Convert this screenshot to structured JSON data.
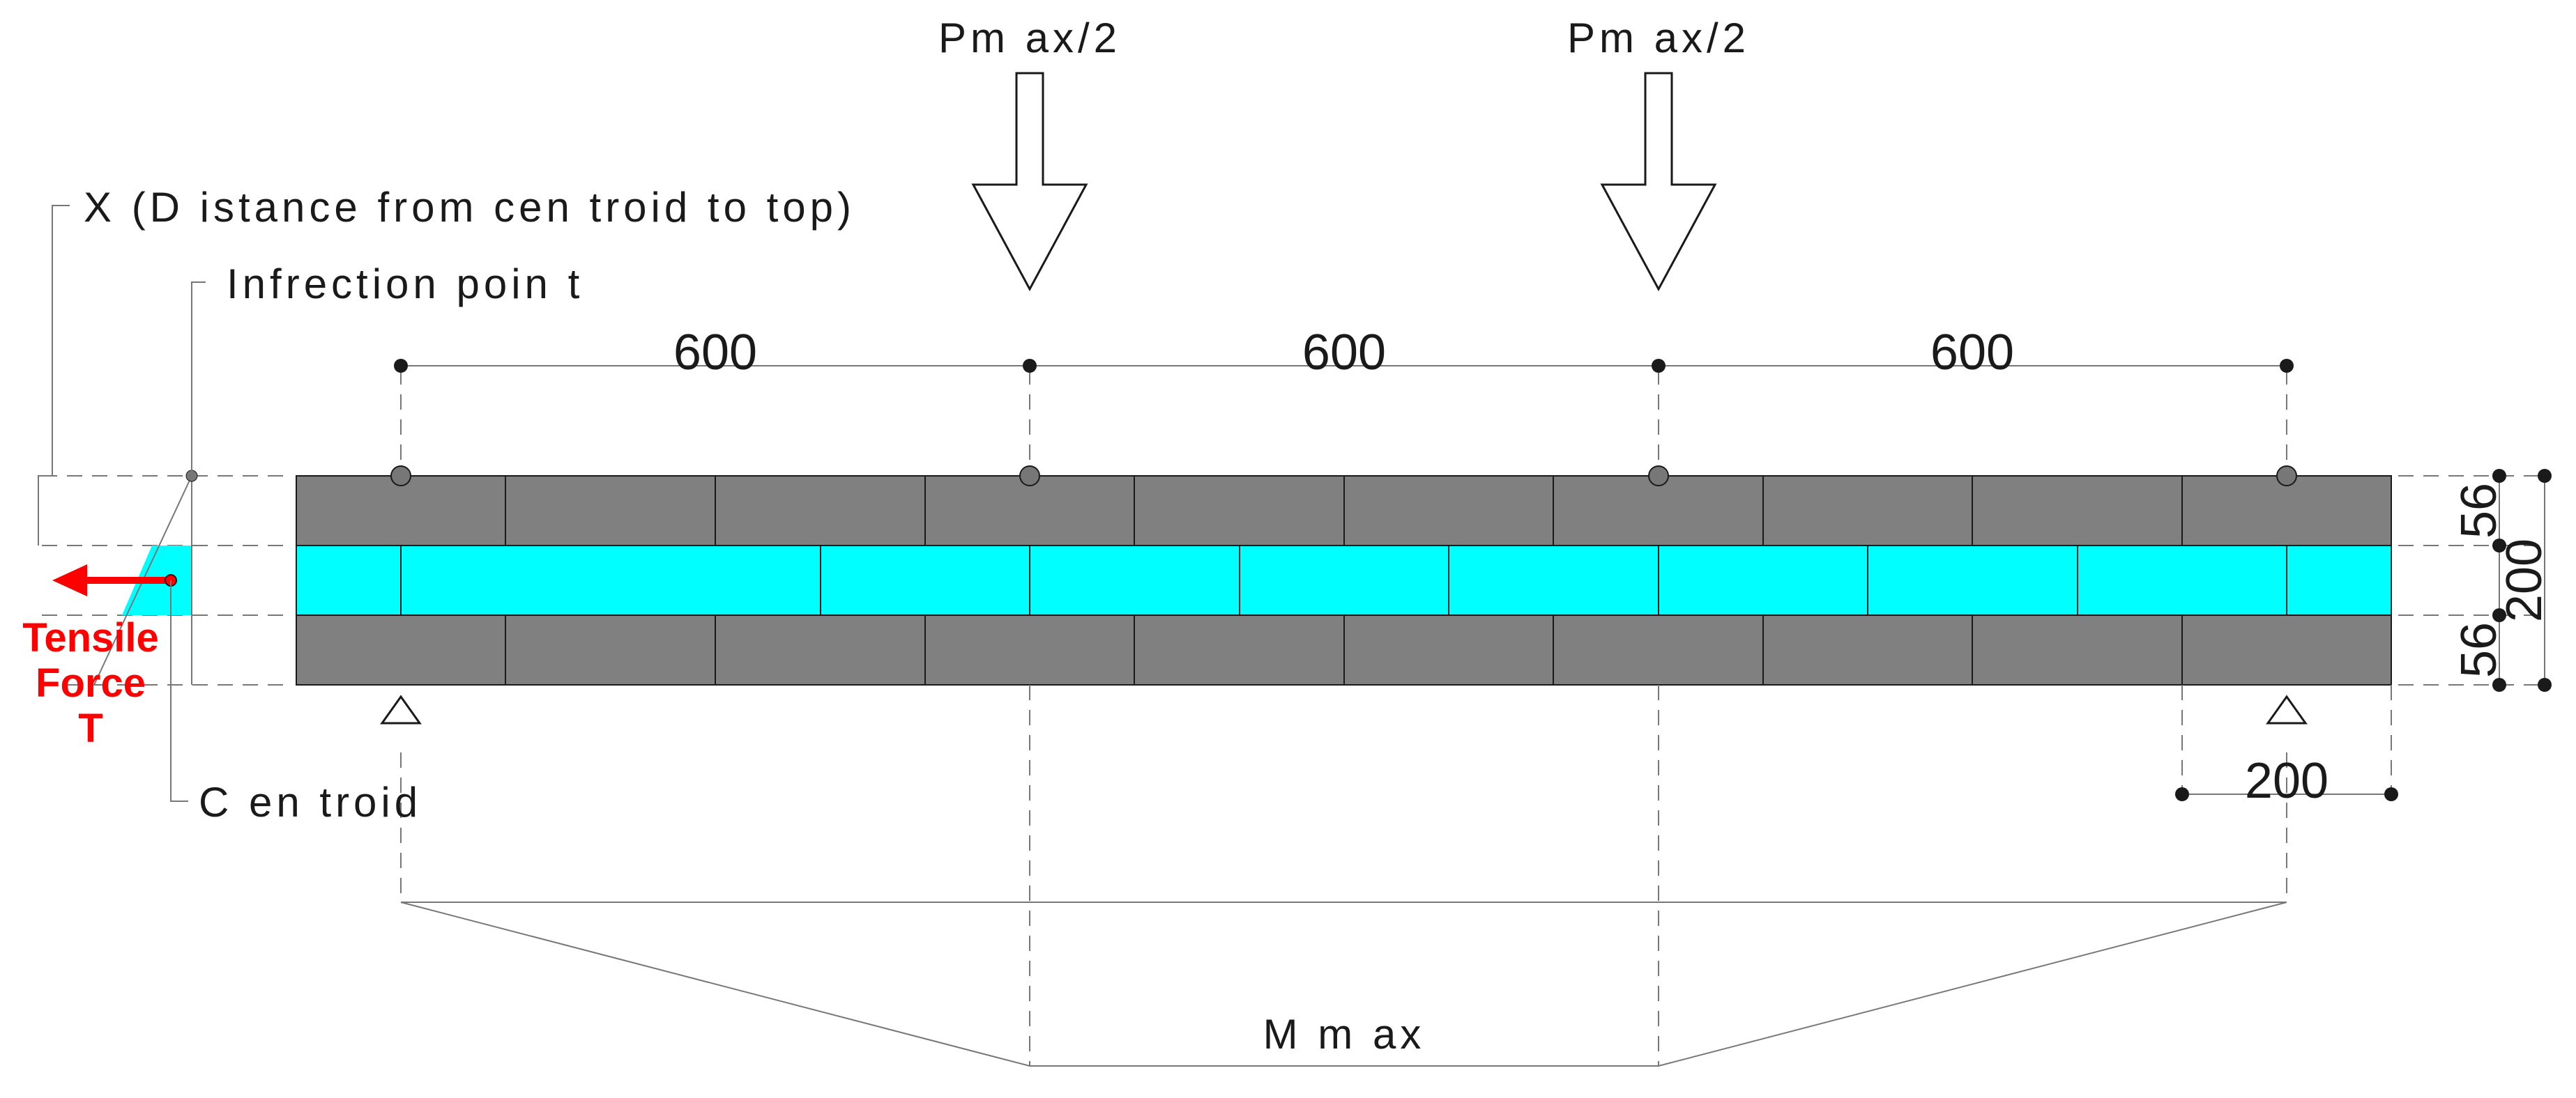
{
  "labels": {
    "load_left": "Pm ax/2",
    "load_right": "Pm ax/2",
    "x_distance": "X (D istance from  cen troid to top)",
    "inflection": "Infrection poin t",
    "centroid": "C en troid",
    "moment": "M  m ax",
    "tensile_line1": "Tensile",
    "tensile_line2": "Force",
    "tensile_line3": "T"
  },
  "dimensions": {
    "span1": "600",
    "span2": "600",
    "span3": "600",
    "overhang": "200",
    "height": "200",
    "top_layer": "56",
    "bottom_layer": "56"
  },
  "colors": {
    "brick": "#808080",
    "core": "#00ffff",
    "arrow": "#ff0000",
    "line": "#1a1a1a"
  }
}
